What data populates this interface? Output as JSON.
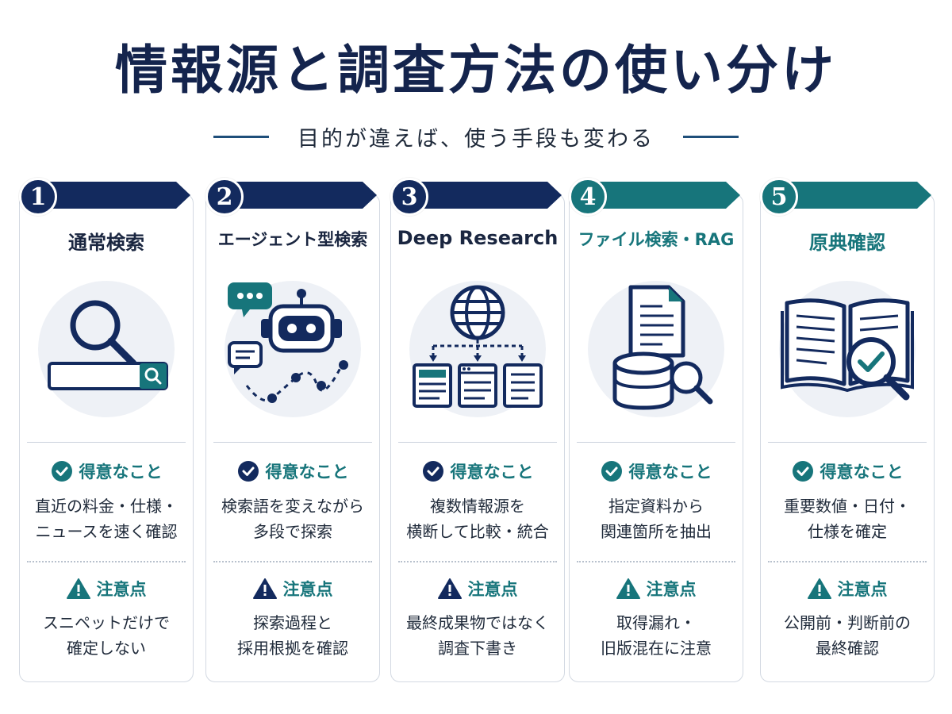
{
  "title": "情報源と調査方法の使い分け",
  "subtitle": "目的が違えば、使う手段も変わる",
  "colors": {
    "navy": "#132a5e",
    "teal": "#17757b",
    "accent_bg": "#eef1f6"
  },
  "strength_label": "得意なこと",
  "caution_label": "注意点",
  "cards": [
    {
      "number": "1",
      "title": "通常検索",
      "theme": "navy",
      "icon": "magnifier-search-bar-icon",
      "strength": [
        "直近の料金・仕様・",
        "ニュースを速く確認"
      ],
      "caution": [
        "スニペットだけで",
        "確定しない"
      ]
    },
    {
      "number": "2",
      "title": "エージェント型検索",
      "theme": "navy",
      "icon": "robot-chat-icon",
      "strength": [
        "検索語を変えながら",
        "多段で探索"
      ],
      "caution": [
        "探索過程と",
        "採用根拠を確認"
      ]
    },
    {
      "number": "3",
      "title": "Deep Research",
      "theme": "navy",
      "icon": "globe-documents-icon",
      "strength": [
        "複数情報源を",
        "横断して比較・統合"
      ],
      "caution": [
        "最終成果物ではなく",
        "調査下書き"
      ]
    },
    {
      "number": "4",
      "title": "ファイル検索・RAG",
      "theme": "teal",
      "icon": "document-database-icon",
      "strength": [
        "指定資料から",
        "関連箇所を抽出"
      ],
      "caution": [
        "取得漏れ・",
        "旧版混在に注意"
      ]
    },
    {
      "number": "5",
      "title": "原典確認",
      "theme": "teal",
      "icon": "book-check-icon",
      "strength": [
        "重要数値・日付・",
        "仕様を確定"
      ],
      "caution": [
        "公開前・判断前の",
        "最終確認"
      ]
    }
  ]
}
